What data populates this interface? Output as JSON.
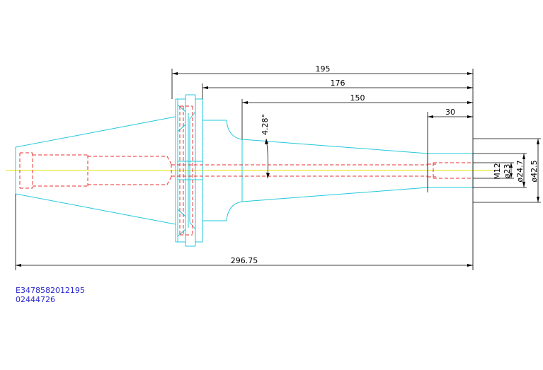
{
  "dimensions": {
    "length_195": "195",
    "length_176": "176",
    "length_150": "150",
    "length_30": "30",
    "overall_length": "296.75",
    "taper_angle": "4.28°",
    "thread": "M12",
    "dia_23": "ø23",
    "dia_24_7": "ø24.7",
    "dia_42_5": "ø42.5"
  },
  "part_codes": {
    "line1": "E3478582012195",
    "line2": "02444726"
  },
  "colors": {
    "outline": "#22c8dc",
    "hidden": "#e83030",
    "centerline": "#e6e600",
    "dimension": "#000000",
    "code_text": "#2a2ad0"
  }
}
